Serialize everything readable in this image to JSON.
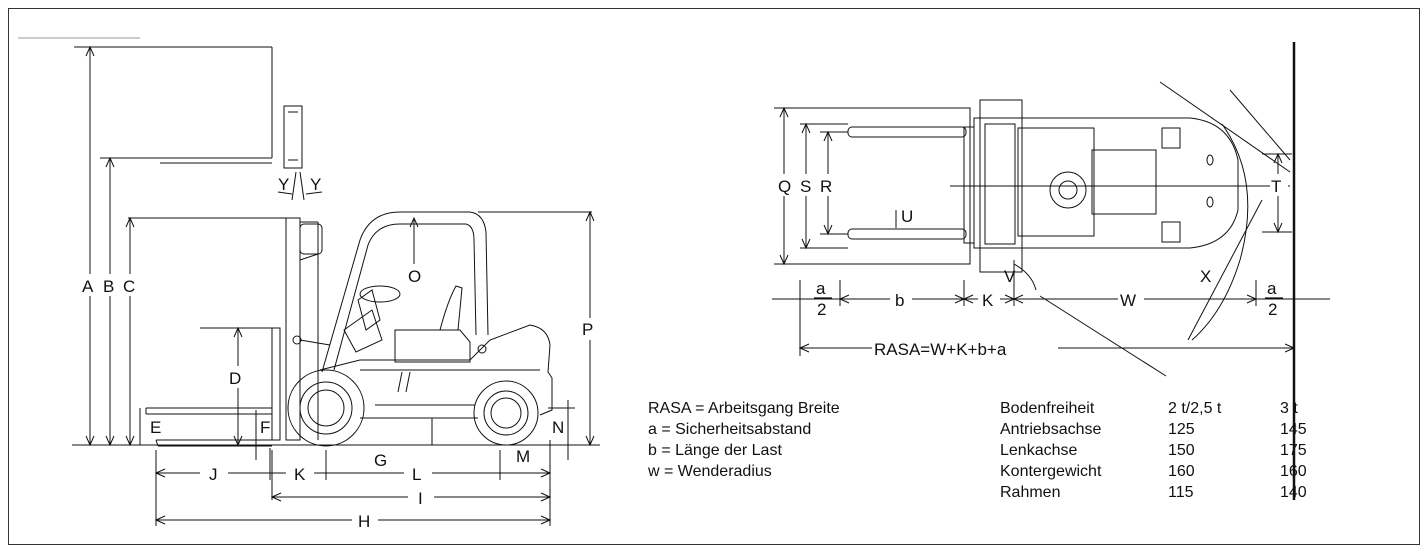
{
  "labels": {
    "A": "A",
    "B": "B",
    "C": "C",
    "D": "D",
    "E": "E",
    "F": "F",
    "G": "G",
    "H": "H",
    "I": "I",
    "J": "J",
    "K": "K",
    "L": "L",
    "M": "M",
    "N": "N",
    "O": "O",
    "P": "P",
    "Q": "Q",
    "R": "R",
    "S": "S",
    "T": "T",
    "U": "U",
    "V": "V",
    "W": "W",
    "X": "X",
    "Y": "Y",
    "a": "a",
    "two": "2",
    "b": "b",
    "rasa_formula": "RASA=W+K+b+a"
  },
  "legend": [
    "RASA = Arbeitsgang Breite",
    "a = Sicherheitsabstand",
    "b = Länge der Last",
    "w = Wenderadius"
  ],
  "clearance_table": {
    "header": [
      "Bodenfreiheit",
      "2 t/2,5 t",
      "3 t"
    ],
    "rows": [
      [
        "Antriebsachse",
        "125",
        "145"
      ],
      [
        "Lenkachse",
        "150",
        "175"
      ],
      [
        "Kontergewicht",
        "160",
        "160"
      ],
      [
        "Rahmen",
        "115",
        "140"
      ]
    ]
  }
}
